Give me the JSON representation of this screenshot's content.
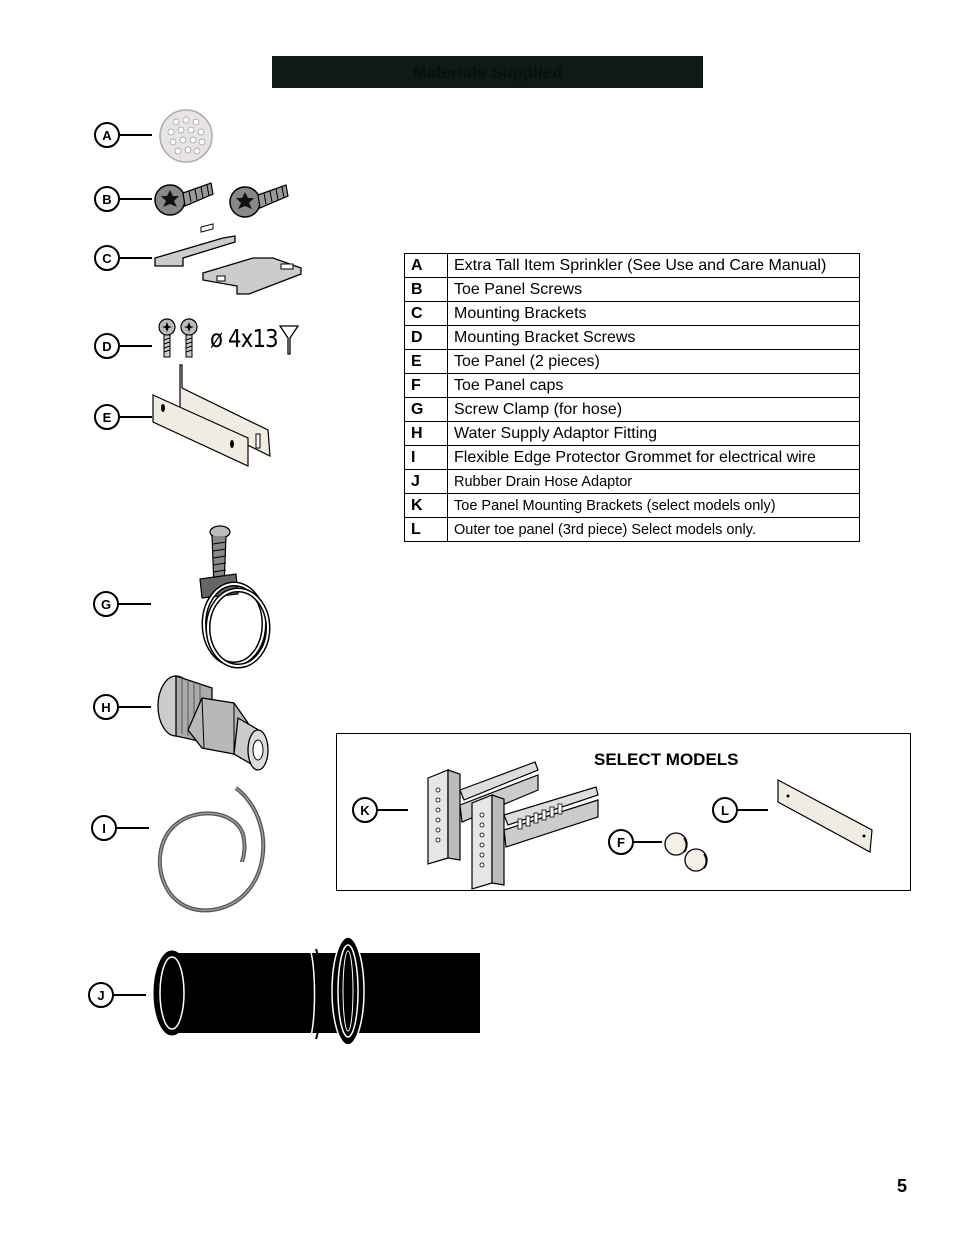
{
  "header": {
    "title": "Materials Supplied"
  },
  "callouts": {
    "A": "A",
    "B": "B",
    "C": "C",
    "D": "D",
    "E": "E",
    "G": "G",
    "H": "H",
    "I": "I",
    "J": "J",
    "K": "K",
    "L": "L",
    "F": "F"
  },
  "screw_spec": "ø 4x13",
  "parts_table": [
    {
      "key": "A",
      "desc": "Extra Tall Item Sprinkler (See Use and Care Manual)"
    },
    {
      "key": "B",
      "desc": "Toe Panel Screws"
    },
    {
      "key": "C",
      "desc": "Mounting Brackets"
    },
    {
      "key": "D",
      "desc": "Mounting Bracket Screws"
    },
    {
      "key": "E",
      "desc": "Toe Panel (2 pieces)"
    },
    {
      "key": "F",
      "desc": "Toe Panel caps"
    },
    {
      "key": "G",
      "desc": "Screw Clamp (for hose)"
    },
    {
      "key": "H",
      "desc": "Water Supply Adaptor Fitting"
    },
    {
      "key": "I",
      "desc": "Flexible Edge Protector Grommet for electrical wire"
    },
    {
      "key": "J",
      "desc": "Rubber Drain Hose Adaptor"
    },
    {
      "key": "K",
      "desc": "Toe Panel Mounting Brackets (select models only)"
    },
    {
      "key": "L",
      "desc": "Outer toe panel (3rd piece) Select models only."
    }
  ],
  "select_models": {
    "title": "SELECT MODELS"
  },
  "page_number": "5"
}
